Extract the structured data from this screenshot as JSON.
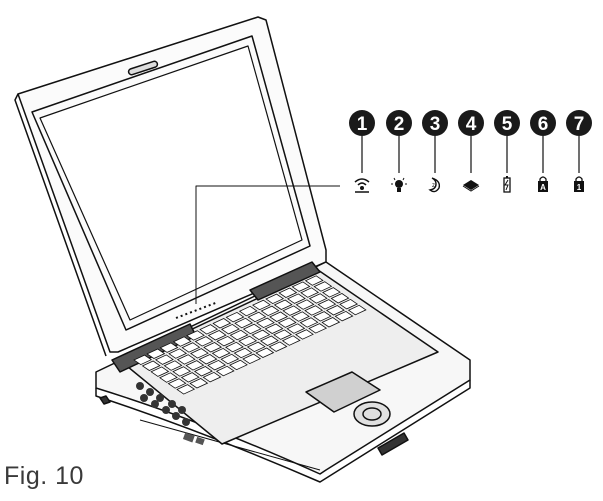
{
  "figure": {
    "caption": "Fig. 10",
    "callouts": [
      {
        "number": "1",
        "icon": "wireless-icon"
      },
      {
        "number": "2",
        "icon": "power-bulb-icon"
      },
      {
        "number": "3",
        "icon": "sleep-moon-icon"
      },
      {
        "number": "4",
        "icon": "media-activity-icon"
      },
      {
        "number": "5",
        "icon": "battery-charge-icon"
      },
      {
        "number": "6",
        "icon": "caps-lock-icon"
      },
      {
        "number": "7",
        "icon": "num-lock-icon"
      }
    ]
  },
  "colors": {
    "ink": "#111111",
    "fill_dark": "#1a1a1a",
    "caption": "#3a3a3a"
  }
}
